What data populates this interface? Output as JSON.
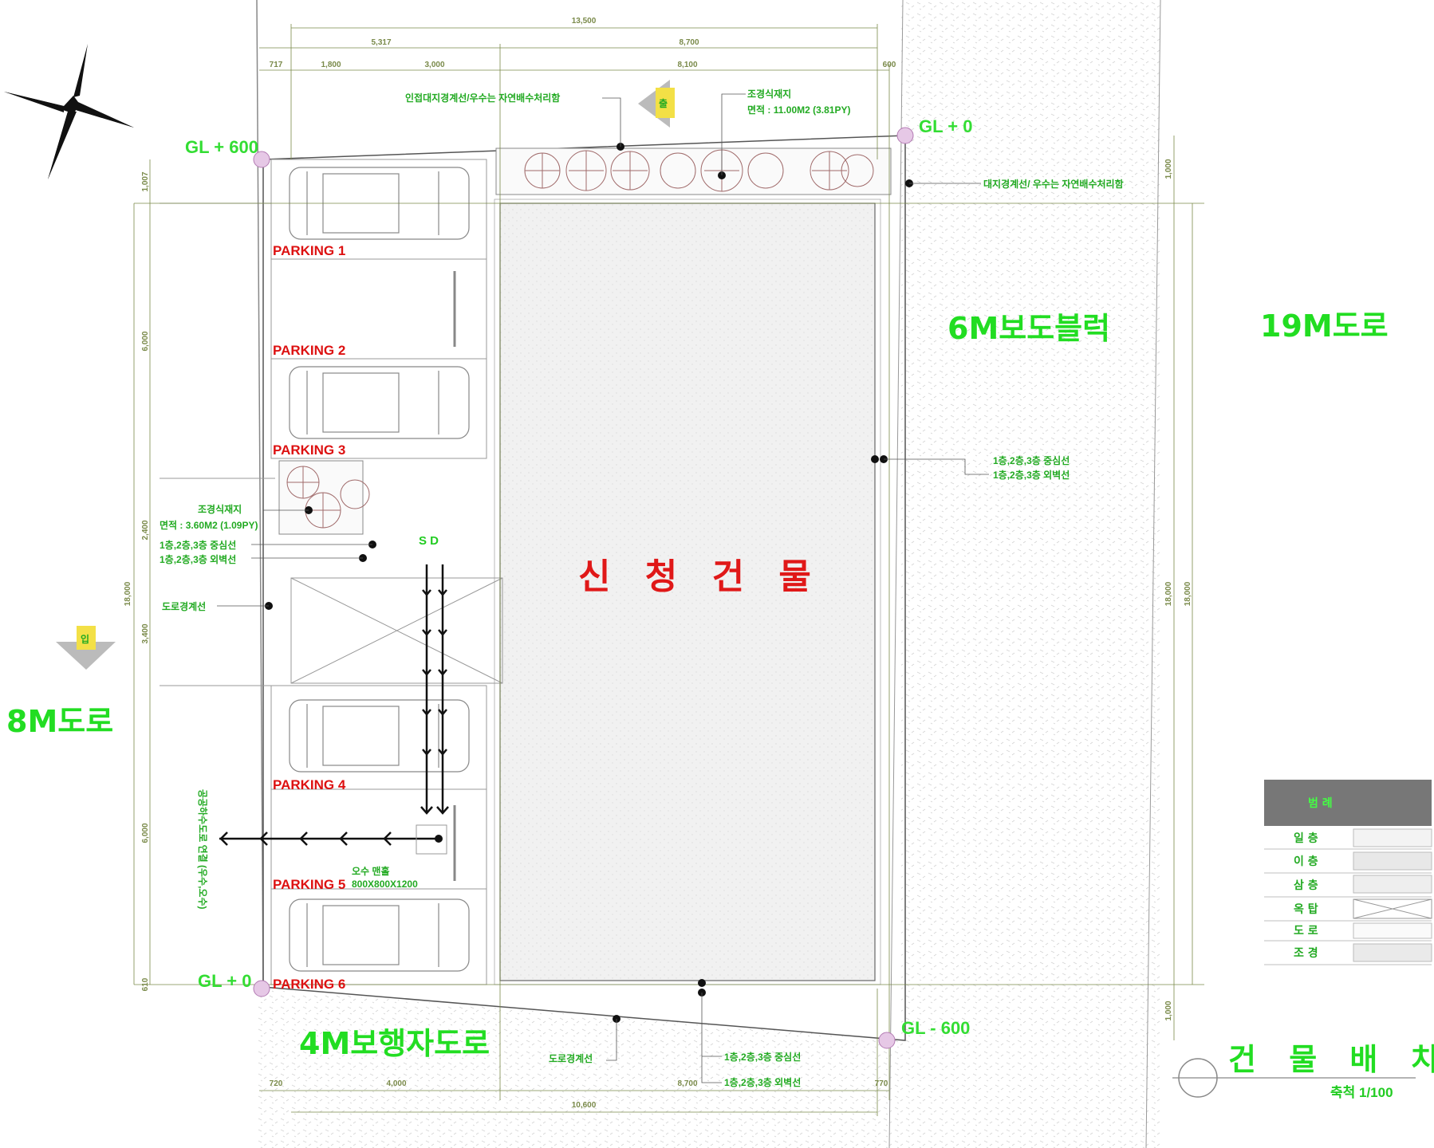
{
  "dimensions": {
    "top_total": "13,500",
    "top_left_sub": "5,317",
    "top_right_sub": "8,700",
    "top_seg1": "717",
    "top_seg2": "1,800",
    "top_seg3": "3,000",
    "top_seg4": "8,100",
    "top_seg5": "600",
    "bottom_total": "10,600",
    "bottom_seg1": "720",
    "bottom_seg2": "4,000",
    "bottom_seg3": "8,700",
    "bottom_seg4": "770",
    "left_total": "18,000",
    "left_seg1": "1,007",
    "left_seg2": "6,000",
    "left_seg3": "2,400",
    "left_seg4": "3,400",
    "left_seg5": "6,000",
    "left_seg6": "610",
    "right_total": "18,000",
    "right_total2": "18,000",
    "right_seg1": "1,000",
    "right_seg2": "1,000"
  },
  "levels": {
    "top_left": "GL + 600",
    "top_right": "GL + 0",
    "bottom_left": "GL + 0",
    "bottom_right": "GL - 600"
  },
  "roads": {
    "west": "8M도로",
    "east": "19M도로",
    "sidewalk_block": "6M보도블럭",
    "south": "4M보행자도로"
  },
  "parking": [
    "PARKING 1",
    "PARKING 2",
    "PARKING 3",
    "PARKING 4",
    "PARKING 5",
    "PARKING 6"
  ],
  "building_label": "신 청 건 물",
  "notes": {
    "north_drain": "인접대지경계선/우수는 자연배수처리함",
    "landscape_top_title": "조경식재지",
    "landscape_top_area": "면적 : 11.00M2 (3.81PY)",
    "east_drain": "대지경계선/ 우수는 자연배수처리함",
    "east_center": "1층,2층,3층 중심선",
    "east_outer": "1층,2층,3층 외벽선",
    "landscape_left_title": "조경식재지",
    "landscape_left_area": "면적 : 3.60M2 (1.09PY)",
    "west_center": "1층,2층,3층 중심선",
    "west_outer": "1층,2층,3층 외벽선",
    "west_road_line": "도로경계선",
    "rain_pit_title": "오수 맨홀",
    "rain_pit_size": "800X800X1200",
    "vertical_drain": "공공하수도로 연결 (우수,오수)",
    "south_road_line": "도로경계선",
    "south_center": "1층,2층,3층 중심선",
    "south_outer": "1층,2층,3층 외벽선",
    "arrow_label_top": "출",
    "arrow_label_left": "입",
    "sd_label": "S  D"
  },
  "legend": {
    "header": "범 례",
    "rows": [
      "일 층",
      "이 층",
      "삼 층",
      "옥 탑",
      "도 로",
      "조 경"
    ]
  },
  "title_block": {
    "title": "건 물 배 치 도",
    "scale": "축척 1/100"
  },
  "colors": {
    "dim_line": "#7a8a4a",
    "green_text": "#22dd22",
    "red_text": "#dd1111",
    "legend_header_bg": "#777777"
  }
}
